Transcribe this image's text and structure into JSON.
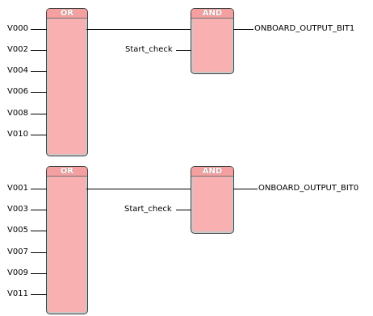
{
  "diagram": {
    "rung1": {
      "or_block": {
        "title": "OR",
        "inputs": [
          "V000",
          "V002",
          "V004",
          "V006",
          "V008",
          "V010"
        ]
      },
      "and_block": {
        "title": "AND",
        "input": "Start_check"
      },
      "output": "ONBOARD_OUTPUT_BIT1"
    },
    "rung2": {
      "or_block": {
        "title": "OR",
        "inputs": [
          "V001",
          "V003",
          "V005",
          "V007",
          "V009",
          "V011"
        ]
      },
      "and_block": {
        "title": "AND",
        "input": "Start_check"
      },
      "output": "ONBOARD_OUTPUT_BIT0"
    }
  },
  "colors": {
    "block_fill": "#f8b0b0",
    "block_border": "#404040",
    "wire": "#000000"
  }
}
